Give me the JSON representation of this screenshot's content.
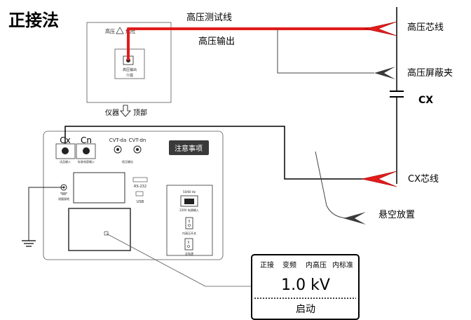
{
  "title": "正接法",
  "wire_labels": {
    "hv_test_line": "高压测试线",
    "hv_output": "高压输出"
  },
  "right_labels": {
    "hv_core": "高压芯线",
    "hv_shield_clip": "高压屏蔽夹",
    "cx": "CX",
    "cx_core": "CX芯线",
    "suspended": "悬空放置"
  },
  "top_panel": {
    "header_left": "高压",
    "header_right": "危险",
    "socket_label_line1": "高压输出",
    "socket_label_line2": "介损"
  },
  "orientation": {
    "left": "仪器",
    "right": "顶部"
  },
  "front_panel": {
    "cx_label": "Cx",
    "cn_label": "Cn",
    "cx_sublabel": "试品输入",
    "cn_sublabel": "标准电容输入",
    "cvt_da": "CVT-da",
    "cvt_dn": "CVT-dn",
    "cvt_sublabel": "低压输出",
    "notice_button": "注意事项",
    "rs232": "RS-232",
    "usb": "USB",
    "ground_label": "测量接地",
    "power_freq": "50/60 Hz",
    "power_input": "220V 电源输入",
    "hv_switch": "内高压开关",
    "main_power": "总电源"
  },
  "display_panel": {
    "modes": [
      "正接",
      "变频",
      "内高压",
      "内标准"
    ],
    "voltage": "1.0 kV",
    "action": "启动"
  },
  "colors": {
    "hv_wire": "#e21b1b",
    "clip_dark": "#3a3a3a"
  }
}
